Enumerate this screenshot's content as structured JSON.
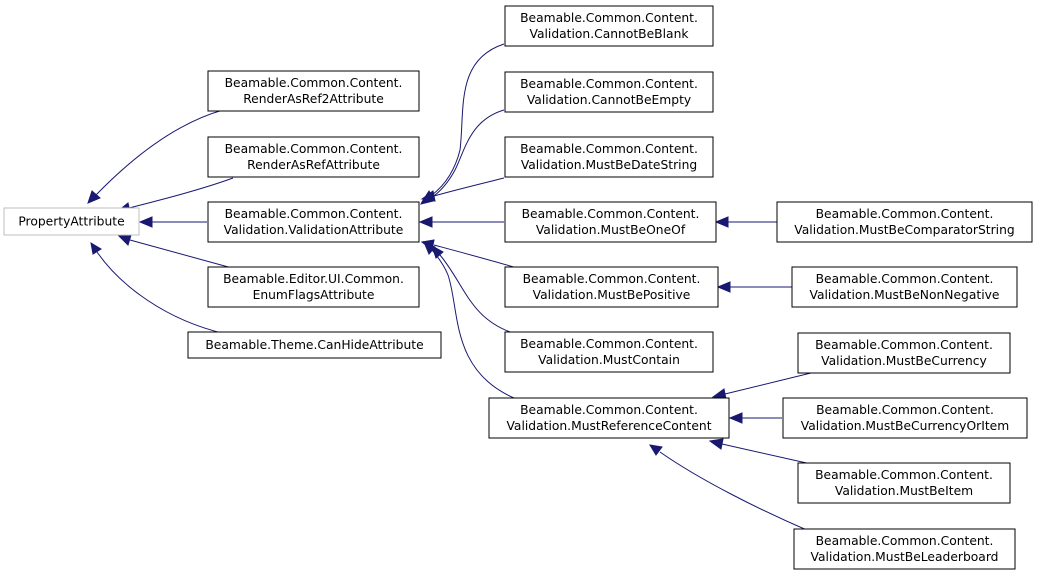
{
  "colors": {
    "edge": "#191970",
    "node_border": "#000000",
    "root_border": "#bfbfbf",
    "background": "#ffffff"
  },
  "nodes": {
    "property_attribute": [
      "PropertyAttribute"
    ],
    "render_as_ref2": [
      "Beamable.Common.Content.",
      "RenderAsRef2Attribute"
    ],
    "render_as_ref": [
      "Beamable.Common.Content.",
      "RenderAsRefAttribute"
    ],
    "validation_attribute": [
      "Beamable.Common.Content.",
      "Validation.ValidationAttribute"
    ],
    "enum_flags": [
      "Beamable.Editor.UI.Common.",
      "EnumFlagsAttribute"
    ],
    "can_hide": [
      "Beamable.Theme.CanHideAttribute"
    ],
    "cannot_be_blank": [
      "Beamable.Common.Content.",
      "Validation.CannotBeBlank"
    ],
    "cannot_be_empty": [
      "Beamable.Common.Content.",
      "Validation.CannotBeEmpty"
    ],
    "must_be_date_string": [
      "Beamable.Common.Content.",
      "Validation.MustBeDateString"
    ],
    "must_be_one_of": [
      "Beamable.Common.Content.",
      "Validation.MustBeOneOf"
    ],
    "must_be_positive": [
      "Beamable.Common.Content.",
      "Validation.MustBePositive"
    ],
    "must_contain": [
      "Beamable.Common.Content.",
      "Validation.MustContain"
    ],
    "must_reference_content": [
      "Beamable.Common.Content.",
      "Validation.MustReferenceContent"
    ],
    "must_be_comparator_string": [
      "Beamable.Common.Content.",
      "Validation.MustBeComparatorString"
    ],
    "must_be_non_negative": [
      "Beamable.Common.Content.",
      "Validation.MustBeNonNegative"
    ],
    "must_be_currency": [
      "Beamable.Common.Content.",
      "Validation.MustBeCurrency"
    ],
    "must_be_currency_or_item": [
      "Beamable.Common.Content.",
      "Validation.MustBeCurrencyOrItem"
    ],
    "must_be_item": [
      "Beamable.Common.Content.",
      "Validation.MustBeItem"
    ],
    "must_be_leaderboard": [
      "Beamable.Common.Content.",
      "Validation.MustBeLeaderboard"
    ]
  }
}
